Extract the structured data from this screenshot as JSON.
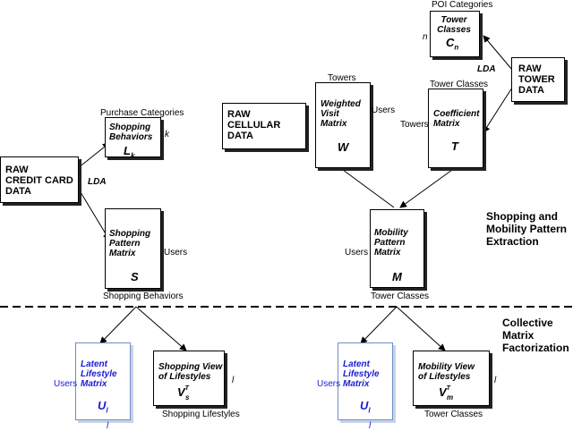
{
  "top": {
    "credit_card": "RAW\nCREDIT CARD\nDATA",
    "cellular": "RAW\nCELLULAR\nDATA",
    "tower_data": "RAW\nTOWER\nDATA",
    "lda_left": "LDA",
    "lda_right": "LDA",
    "shopping_behaviors": {
      "title": "Shopping\nBehaviors",
      "symbol": "L",
      "sub": "k",
      "top_label": "Purchase Categories",
      "side_label": "k"
    },
    "shopping_pattern": {
      "title": "Shopping\nPattern\nMatrix",
      "symbol": "S",
      "side_label": "Users",
      "bottom_label": "Shopping Behaviors"
    },
    "weighted_visit": {
      "title": "Weighted\nVisit\nMatrix",
      "symbol": "W",
      "top_label": "Towers",
      "side_label": "Users"
    },
    "tower_classes": {
      "title": "Tower\nClasses",
      "symbol": "C",
      "sub": "n",
      "top_label": "POI Categories",
      "side_label": "n"
    },
    "coefficient": {
      "title": "Coefficient\nMatrix",
      "symbol": "T",
      "top_label": "Tower Classes",
      "side_label": "Towers"
    },
    "mobility_pattern": {
      "title": "Mobility\nPattern\nMatrix",
      "symbol": "M",
      "side_label": "Users",
      "bottom_label": "Tower Classes"
    },
    "section_title": "Shopping and\nMobility Pattern\nExtraction"
  },
  "bottom": {
    "section_title": "Collective\nMatrix\nFactorization",
    "latent_left": {
      "title": "Latent\nLifestyle\nMatrix",
      "symbol": "U",
      "sub": "l",
      "side_label": "Users",
      "bottom_label": "l"
    },
    "shopping_view": {
      "title": "Shopping View\nof Lifestyles",
      "symbol": "V",
      "sup": "T",
      "sub": "s",
      "side_label": "l",
      "bottom_label": "Shopping Lifestyles"
    },
    "latent_right": {
      "title": "Latent\nLifestyle\nMatrix",
      "symbol": "U",
      "sub": "l",
      "side_label": "Users",
      "bottom_label": "l"
    },
    "mobility_view": {
      "title": "Mobility View\nof Lifestyles",
      "symbol": "V",
      "sup": "T",
      "sub": "m",
      "side_label": "l",
      "bottom_label": "Tower Classes"
    }
  },
  "colors": {
    "latent_text": "#1b1bd4",
    "latent_border": "#6d8fc5"
  }
}
